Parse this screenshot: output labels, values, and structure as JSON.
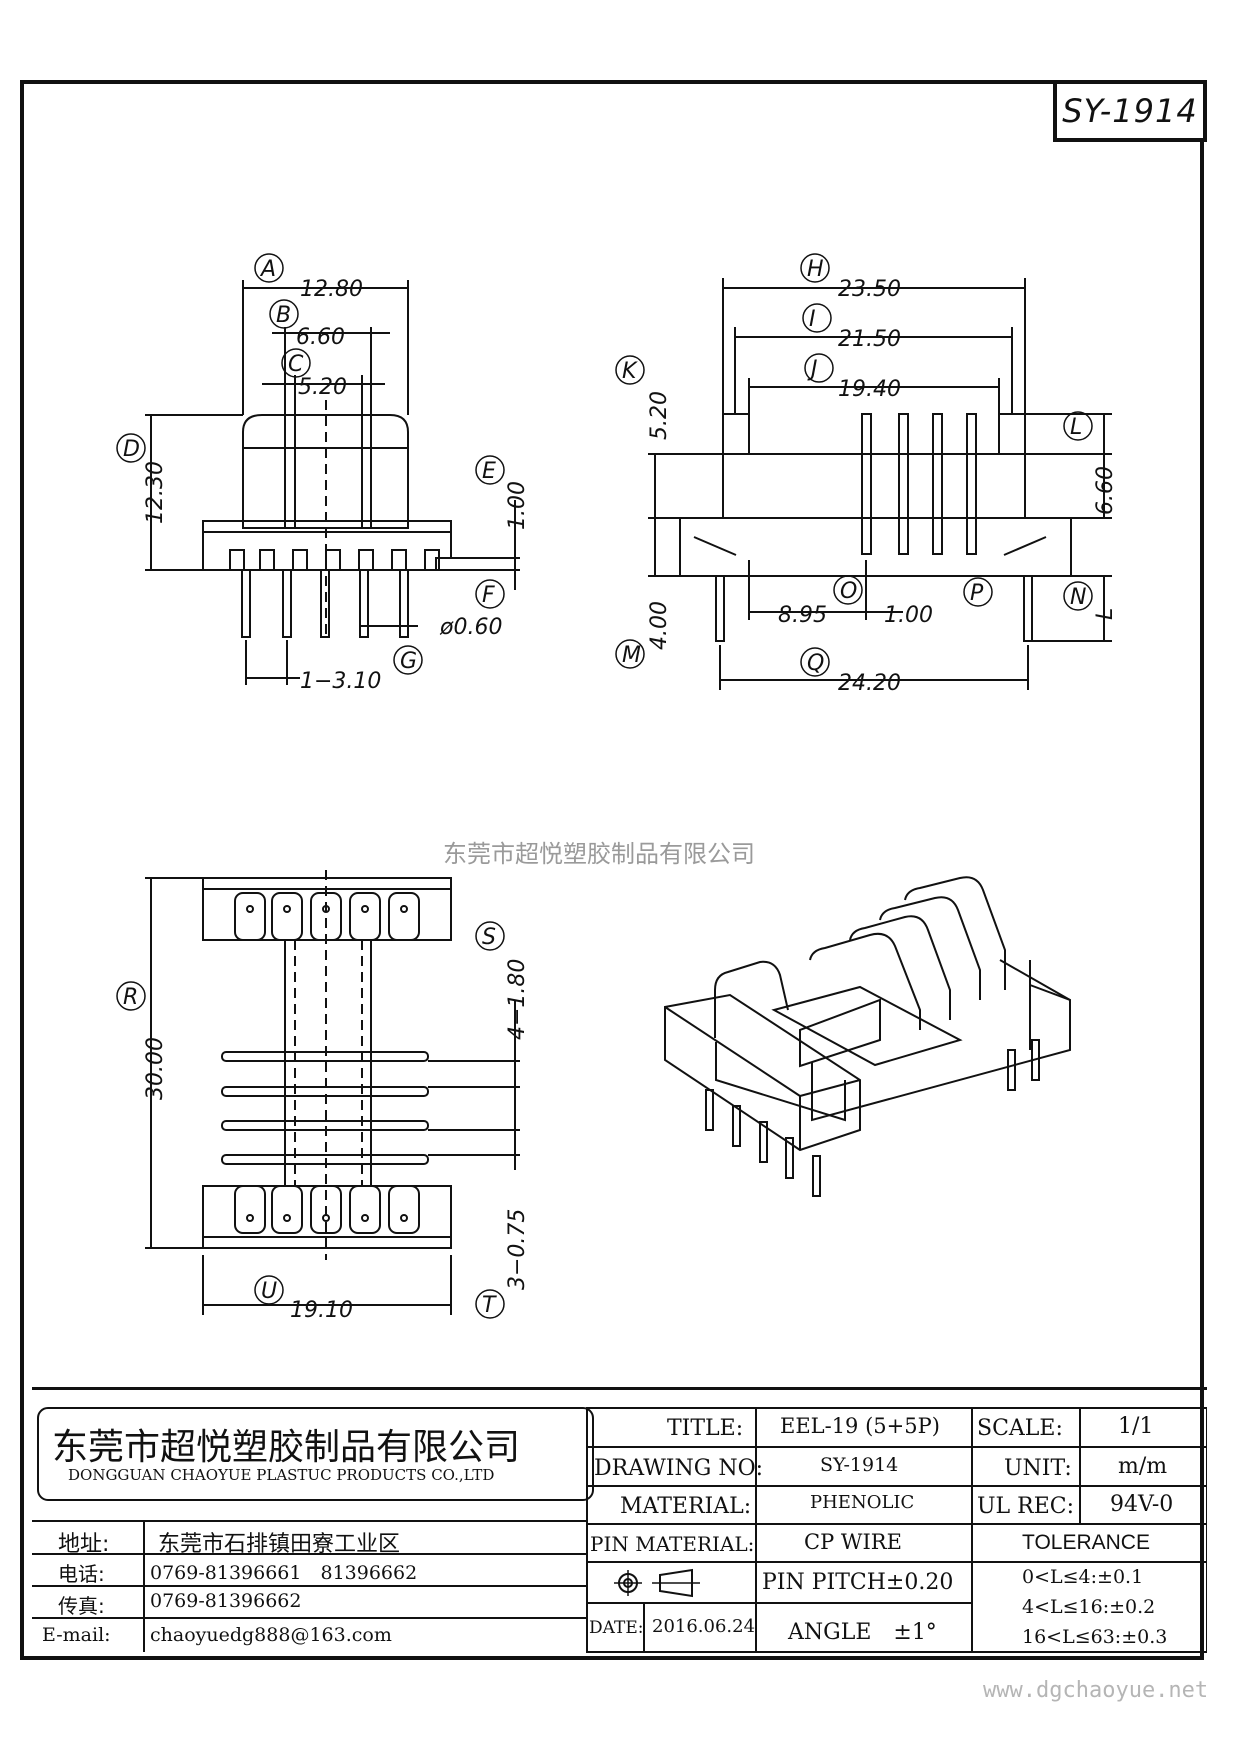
{
  "part_number": "SY-1914",
  "watermark": "东莞市超悦塑胶制品有限公司",
  "website": "www.dgchaoyue.net",
  "dims": {
    "A": {
      "tag": "A",
      "value": "12.80"
    },
    "B": {
      "tag": "B",
      "value": "6.60"
    },
    "C": {
      "tag": "C",
      "value": "5.20"
    },
    "D": {
      "tag": "D",
      "value": "12.30"
    },
    "E": {
      "tag": "E",
      "value": "1.00"
    },
    "F": {
      "tag": "F",
      "value": "ø0.60"
    },
    "G": {
      "tag": "G",
      "value": "1−3.10"
    },
    "H": {
      "tag": "H",
      "value": "23.50"
    },
    "I": {
      "tag": "I",
      "value": "21.50"
    },
    "J": {
      "tag": "J",
      "value": "19.40"
    },
    "K": {
      "tag": "K",
      "value": "5.20"
    },
    "L": {
      "tag": "L",
      "value": "6.60"
    },
    "L2": {
      "tag": "L",
      "value": ""
    },
    "M": {
      "tag": "M",
      "value": "4.00"
    },
    "N": {
      "tag": "N",
      "value": "L"
    },
    "O": {
      "tag": "O",
      "value": "8.95"
    },
    "P": {
      "tag": "P",
      "value": "1.00"
    },
    "Q": {
      "tag": "Q",
      "value": "24.20"
    },
    "R": {
      "tag": "R",
      "value": "30.00"
    },
    "S": {
      "tag": "S",
      "value": "4−1.80"
    },
    "T": {
      "tag": "T",
      "value": "3−0.75"
    },
    "U": {
      "tag": "U",
      "value": "19.10"
    }
  },
  "title_block": {
    "company_cn": "东莞市超悦塑胶制品有限公司",
    "company_en": "DONGGUAN CHAOYUE PLASTUC PRODUCTS CO.,LTD",
    "address_label": "地址:",
    "address": "东莞市石排镇田寮工业区",
    "phone_label": "电话:",
    "phone": "0769-81396661　81396662",
    "fax_label": "传真:",
    "fax": "0769-81396662",
    "email_label": "E-mail:",
    "email": "chaoyuedg888@163.com",
    "title_label": "TITLE:",
    "title": "EEL-19 (5+5P)",
    "drawing_no_label": "DRAWING NO:",
    "drawing_no": "SY-1914",
    "material_label": "MATERIAL:",
    "material": "PHENOLIC",
    "pin_material_label": "PIN MATERIAL:",
    "pin_material": "CP WIRE",
    "pin_pitch": "PIN PITCH±0.20",
    "date_label": "DATE:",
    "date": "2016.06.24",
    "angle": "ANGLE　±1°",
    "scale_label": "SCALE:",
    "scale": "1/1",
    "unit_label": "UNIT:",
    "unit": "m/m",
    "ul_label": "UL REC:",
    "ul": "94V-0",
    "tolerance_label": "TOLERANCE",
    "tolerances": [
      "0<L≤4:±0.1",
      "4<L≤16:±0.2",
      "16<L≤63:±0.3"
    ]
  }
}
